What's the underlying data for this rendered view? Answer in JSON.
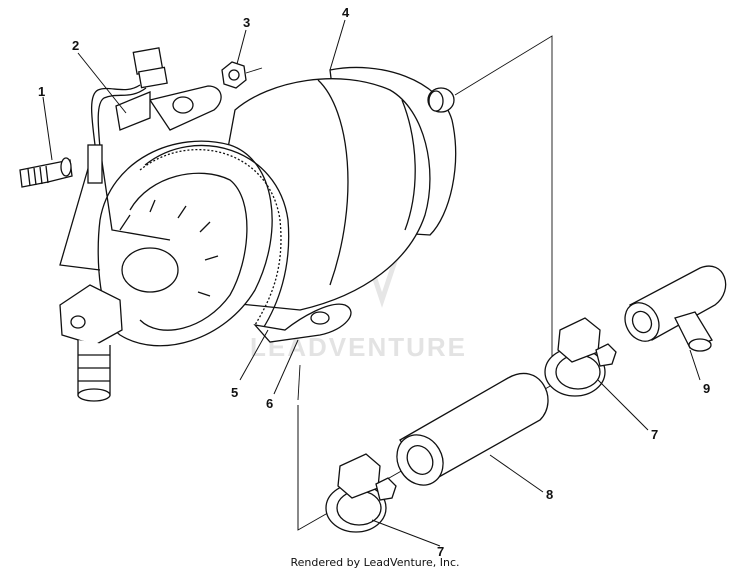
{
  "watermark": "LEADVENTURE",
  "footer": "Rendered by LeadVenture, Inc.",
  "callouts": [
    "1",
    "2",
    "3",
    "4",
    "5",
    "6",
    "7",
    "8",
    "9",
    "7"
  ]
}
